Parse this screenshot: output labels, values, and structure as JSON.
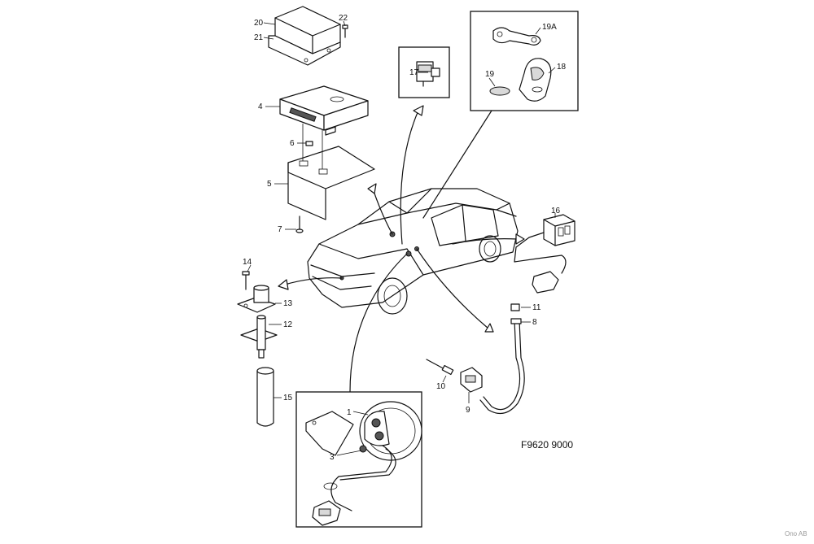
{
  "diagram": {
    "figure_code": "F9620 9000",
    "credit": "Ono AB",
    "callouts": [
      "1",
      "3",
      "4",
      "5",
      "6",
      "7",
      "8",
      "9",
      "10",
      "11",
      "12",
      "13",
      "14",
      "15",
      "16",
      "17",
      "18",
      "19",
      "19A",
      "20",
      "21",
      "22"
    ]
  }
}
